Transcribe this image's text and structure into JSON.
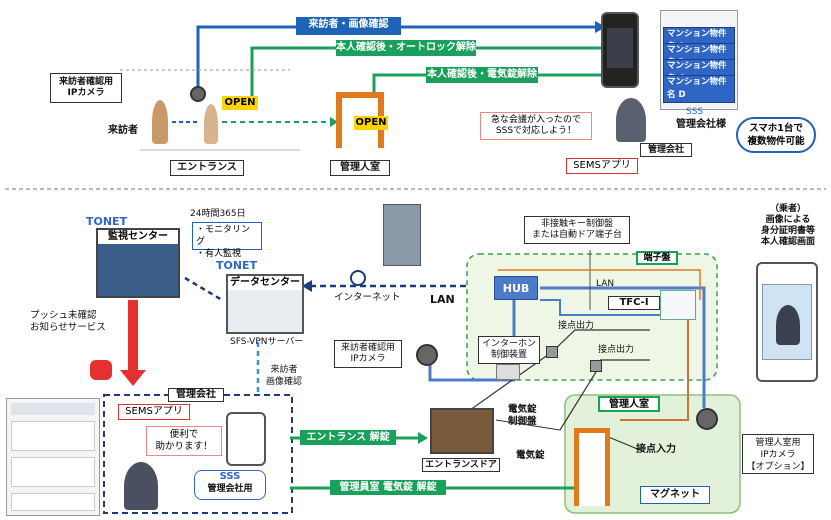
{
  "top": {
    "visit_image_label": "来訪者・画像確認",
    "bar_open_lock": "本人確認後・オートロック解除",
    "bar_open_elock": "本人確認後・電気錠解除",
    "ip_camera_label": "来訪者確認用\nIPカメラ",
    "visitor_label": "来訪者",
    "open1": "OPEN",
    "open2": "OPEN",
    "entrance_label": "エントランス",
    "manager_room_label": "管理人室",
    "speech": "急な会議が入ったので\nSSSで対応しよう！",
    "mansions": [
      "マンション物件名 A",
      "マンション物件名 B",
      "マンション物件名 C",
      "マンション物件名 D"
    ],
    "sss_small": "SSS",
    "mgmt_company_label": "管理会社様",
    "mgmt_company_label2": "管理会社",
    "sems_app": "SEMSアプリ",
    "smartphone_note": "スマホ1台で\n複数物件可能"
  },
  "bottom": {
    "brand1": "TONET",
    "brand2": "TONET",
    "monitor_center": "監視センター",
    "always": "24時間365日",
    "monitoring": "・モニタリング\n・有人監視",
    "data_center": "データセンター",
    "vpn_server": "SFS-VPNサーバー",
    "push": "プッシュ未確認\nお知らせサービス",
    "internet": "インターネット",
    "lan1": "LAN",
    "lan2": "LAN",
    "hub": "HUB",
    "contactless": "非接触キー制御盤\nまたは自動ドア端子台",
    "terminal_board": "端子盤",
    "tfc": "TFC-Ⅰ",
    "contact_out1": "接点出力",
    "contact_out2": "接点出力",
    "intercom": "インターホン\n制御装置",
    "visitor_cam": "来訪者確認用\nIPカメラ",
    "visitor_check": "来訪者\n画像確認",
    "mgmt_company": "管理会社",
    "sems_app": "SEMSアプリ",
    "help": "便利で\n助かります！",
    "sss": "SSS",
    "sss_sub": "管理会社用",
    "entrance_release": "エントランス 解錠",
    "elock_release": "管理員室 電気錠 解錠",
    "entrance_door": "エントランスドア",
    "elock_ctrl": "電気錠\n制御盤",
    "manager_room": "管理人室",
    "elock": "電気錠",
    "contact_in": "接点入力",
    "magnet": "マグネット",
    "room_camera": "管理人室用\nIPカメラ\n【オプション】",
    "id_screen": "（乗者）\n画像による\n身分証明書等\n本人確認画面"
  },
  "colors": {
    "blue": "#1e63b5",
    "green": "#19a05a",
    "red": "#e53030",
    "orange": "#e07a1c",
    "navy": "#1f3a7a"
  }
}
